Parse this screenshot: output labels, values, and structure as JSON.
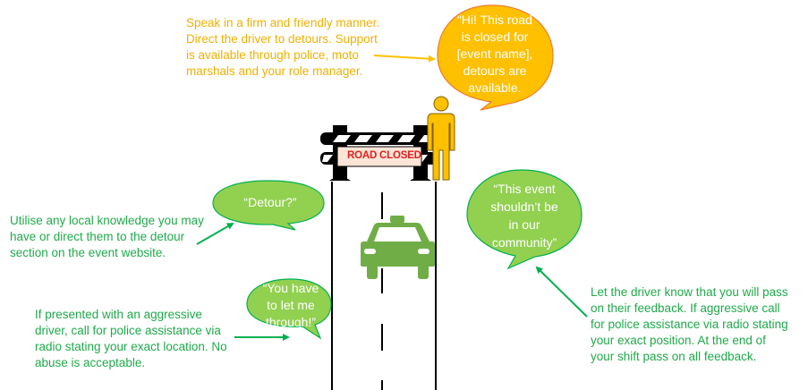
{
  "notes": {
    "top": {
      "lines": [
        "Speak in a firm and friendly manner.",
        "Direct the driver to detours. Support",
        "is available through police, moto",
        "marshals and your role manager."
      ],
      "color": "#f0b000"
    },
    "local_knowledge": {
      "lines": [
        "Utilise any local knowledge you may",
        "have or direct them to the detour",
        "section on the event website."
      ],
      "color": "#1faa4a"
    },
    "aggressive": {
      "lines": [
        "If presented with an aggressive",
        "driver, call for police assistance via",
        "radio stating your exact location. No",
        "abuse is acceptable."
      ],
      "color": "#1faa4a"
    },
    "feedback": {
      "lines": [
        "Let the driver know that you will pass",
        "on their feedback. If aggressive call",
        "for police assistance via radio stating",
        "your exact position. At the end of",
        "your shift pass on all feedback."
      ],
      "color": "#1faa4a"
    }
  },
  "bubbles": {
    "marshal": {
      "lines": [
        "“Hi!  This road",
        "is closed for",
        "[event name],",
        "detours are",
        "available."
      ],
      "fill": "#ffc000",
      "stroke": "#ed7d31"
    },
    "detour": {
      "lines": [
        "“Detour?”"
      ],
      "fill": "#92d050",
      "stroke": "#00b050"
    },
    "let_through": {
      "lines": [
        "“You have",
        "to let me",
        "through!”"
      ],
      "fill": "#92d050",
      "stroke": "#00b050"
    },
    "community": {
      "lines": [
        "“This event",
        "shouldn’t be",
        "in our",
        "community”"
      ],
      "fill": "#92d050",
      "stroke": "#00b050"
    }
  },
  "barrier": {
    "label": "ROAD CLOSED",
    "label_color": "#e02020",
    "sign_fill": "#fbe5d6"
  },
  "icons": {
    "person": "person-icon",
    "car": "taxi-icon",
    "barrier": "road-barrier-icon"
  },
  "colors": {
    "person": "#ffc000",
    "car": "#70ad47",
    "arrow_green": "#00b050",
    "arrow_orange": "#ffc000"
  }
}
